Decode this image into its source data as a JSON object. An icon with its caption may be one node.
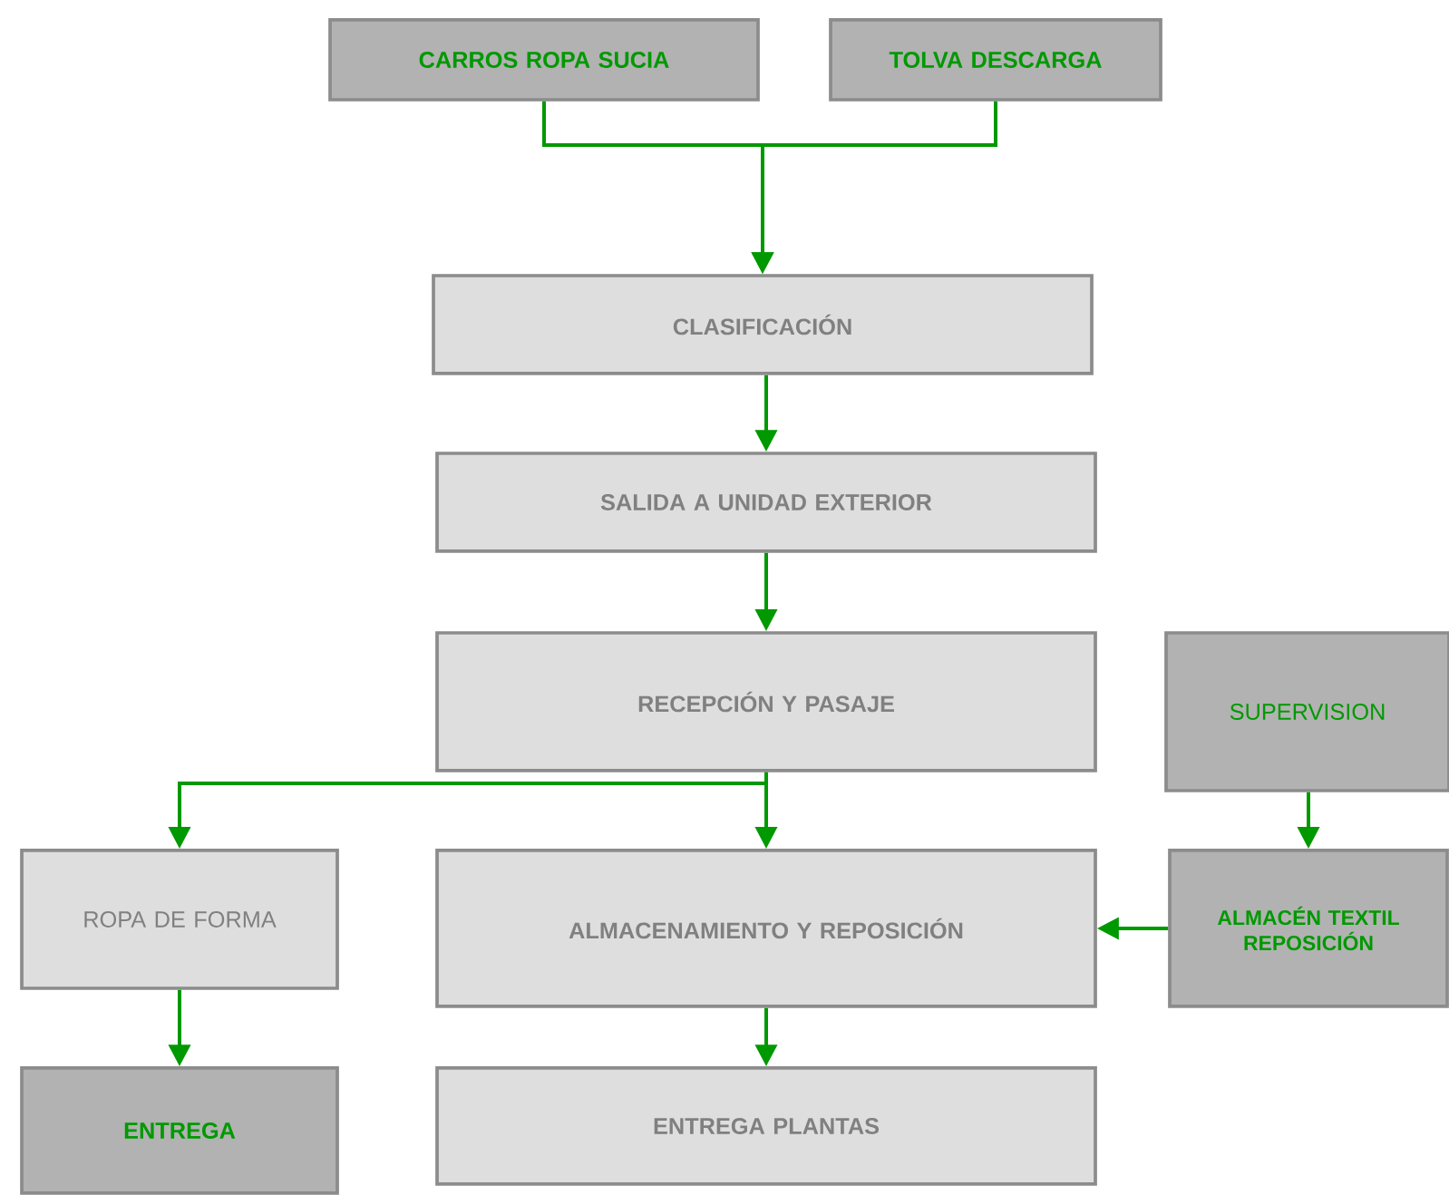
{
  "diagram": {
    "nodes": [
      {
        "text": [
          "CARROS ROPA SUCIA"
        ]
      },
      {
        "text": [
          "TOLVA DESCARGA"
        ]
      },
      {
        "text": [
          "CLASIFICACIÓN"
        ]
      },
      {
        "text": [
          "SALIDA A UNIDAD EXTERIOR"
        ]
      },
      {
        "text": [
          "RECEPCIÓN Y PASAJE"
        ]
      },
      {
        "text": [
          "SUPERVISION"
        ]
      },
      {
        "text": [
          "ROPA DE FORMA"
        ]
      },
      {
        "text": [
          "ALMACENAMIENTO Y REPOSICIÓN"
        ]
      },
      {
        "text": [
          "ALMACÉN TEXTIL REPOSICIÓN"
        ]
      },
      {
        "text": [
          "ENTREGA"
        ]
      },
      {
        "text": [
          "ENTREGA PLANTAS"
        ]
      }
    ],
    "edges": [
      {
        "from": 0,
        "to": 2,
        "arrow": "to"
      },
      {
        "from": 1,
        "to": 2,
        "arrow": "to"
      },
      {
        "from": 2,
        "to": 3,
        "arrow": "to"
      },
      {
        "from": 3,
        "to": 4,
        "arrow": "to"
      },
      {
        "from": 4,
        "to": 6,
        "arrow": "to"
      },
      {
        "from": 4,
        "to": 7,
        "arrow": "to"
      },
      {
        "from": 5,
        "to": 8,
        "arrow": "to"
      },
      {
        "from": 8,
        "to": 7,
        "arrow": "to"
      },
      {
        "from": 6,
        "to": 9,
        "arrow": "to"
      },
      {
        "from": 7,
        "to": 10,
        "arrow": "to"
      }
    ]
  }
}
